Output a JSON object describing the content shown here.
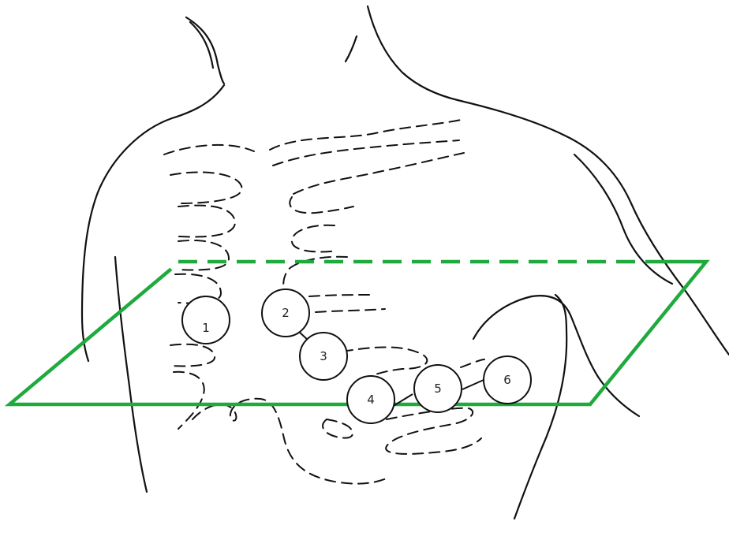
{
  "colors": {
    "plane": "#1faa3e",
    "line": "#111111"
  },
  "electrodes": [
    {
      "label": "1"
    },
    {
      "label": "2"
    },
    {
      "label": "3"
    },
    {
      "label": "4"
    },
    {
      "label": "5"
    },
    {
      "label": "6"
    }
  ]
}
